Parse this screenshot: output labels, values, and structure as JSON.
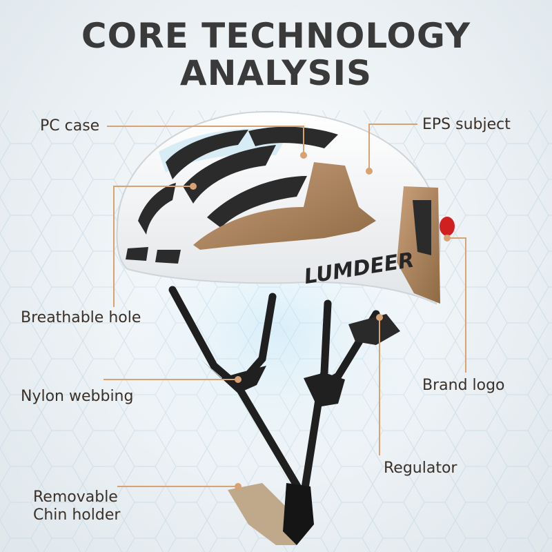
{
  "title": {
    "line1": "CORE TECHNOLOGY",
    "line2": "ANALYSIS"
  },
  "brand": {
    "logo_text": "LUMDEER"
  },
  "callouts": {
    "pc_case": "PC case",
    "eps_subject": "EPS subject",
    "breathable_hole": "Breathable hole",
    "brand_logo": "Brand logo",
    "nylon_webbing": "Nylon webbing",
    "regulator": "Regulator",
    "chin_holder_line1": "Removable",
    "chin_holder_line2": "Chin holder"
  },
  "colors": {
    "title": "#3a3a3a",
    "callout_line": "#d9a273",
    "shell": "#f4f5f6",
    "accent": "#b58a5b",
    "strap": "#1f1f1f",
    "tail_light": "#d21f1f"
  }
}
